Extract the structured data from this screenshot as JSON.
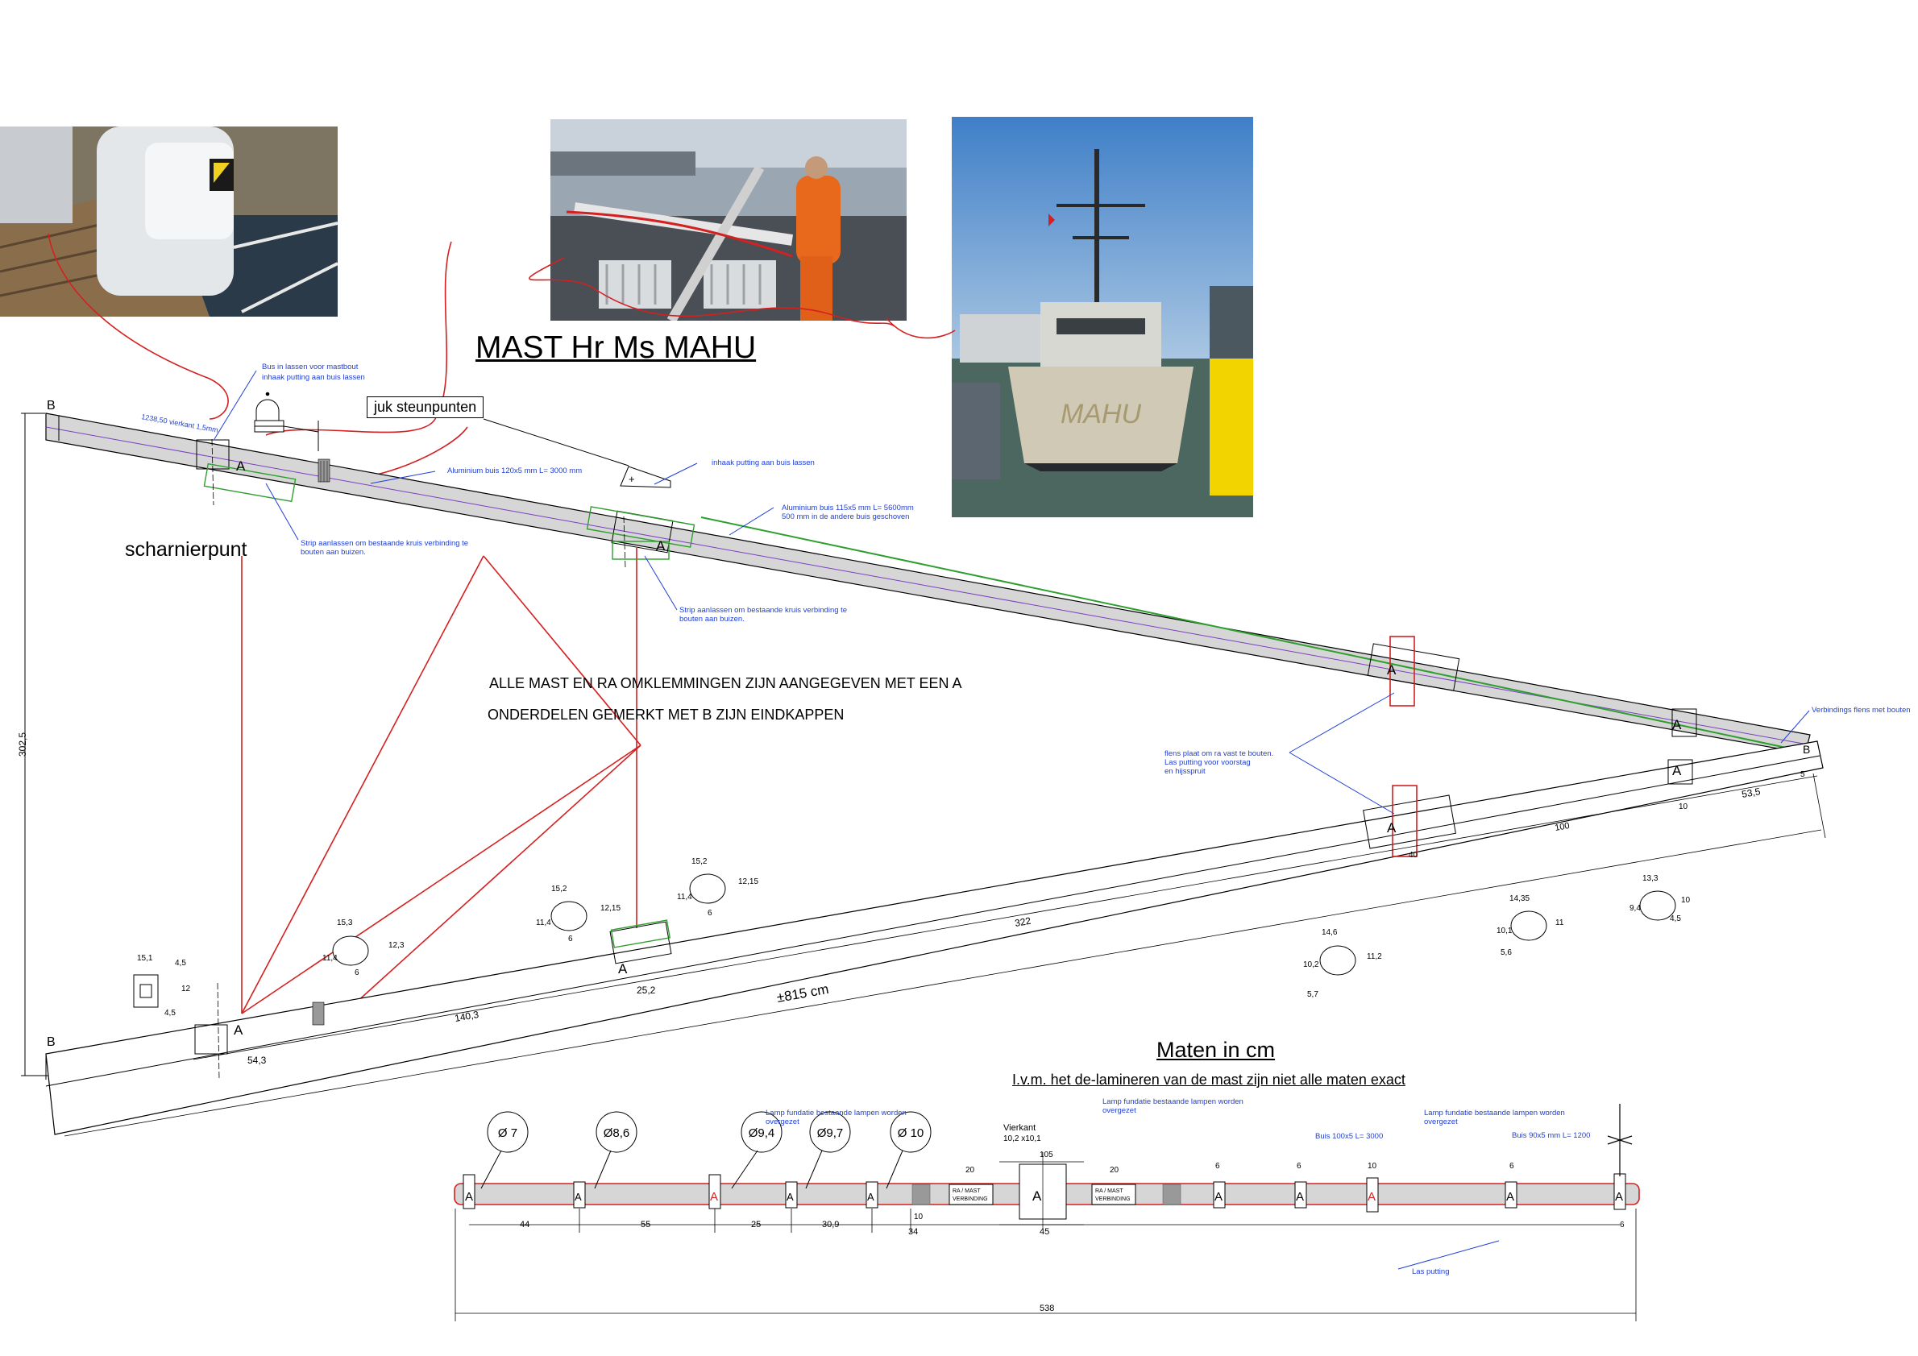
{
  "title": "MAST Hr Ms MAHU",
  "notes": {
    "omklemmingen": "ALLE MAST EN  RA OMKLEMMINGEN ZIJN AANGEGEVEN MET EEN A",
    "eindkappen": "ONDERDELEN GEMERKT MET B ZIJN EINDKAPPEN",
    "scharnierpunt": "scharnierpunt",
    "juk": "juk steunpunten",
    "maten_title": "Maten in  cm",
    "maten_note": "I.v.m. het de-lamineren van de mast zijn niet alle maten exact",
    "approx_length": "±815  cm"
  },
  "photos": [
    {
      "name": "deck-hinge-photo"
    },
    {
      "name": "mast-work-photo"
    },
    {
      "name": "ship-mahu-photo",
      "hull_text": "MAHU"
    }
  ],
  "annotations": {
    "bus_lassen": "Bus in lassen voor mastbout",
    "inhaak_putting_1": "inhaak putting aan buis lassen",
    "vierkant": "1238,50 vierkant 1,5mm",
    "alu_120": "Aluminium buis 120x5 mm L= 3000 mm",
    "inhaak_putting_2": "inhaak putting aan buis lassen",
    "alu_115_line1": "Aluminium buis 115x5 mm L= 5600mm",
    "alu_115_line2": "500 mm in de andere buis geschoven",
    "strip_1_line1": "Strip aanlassen om bestaande kruis verbinding  te",
    "strip_1_line2": "bouten aan buizen.",
    "strip_2_line1": "Strip aanlassen om bestaande kruis verbinding  te",
    "strip_2_line2": "bouten aan buizen.",
    "verbindings_flens": "Verbindings flens met bouten",
    "flens_line1": "flens plaat om ra vast te bouten.",
    "flens_line2": "Las putting voor voorstag",
    "flens_line3": "en hijsspruit",
    "lamp_1_line1": "Lamp fundatie bestaande lampen worden",
    "lamp_1_line2": "overgezet",
    "lamp_2_line1": "Lamp fundatie bestaande lampen worden",
    "lamp_2_line2": "overgezet",
    "lamp_3_line1": "Lamp fundatie bestaande lampen worden",
    "lamp_3_line2": "overgezet",
    "buis_100": "Buis 100x5 L= 3000",
    "buis_90": "Buis 90x5 mm L= 1200",
    "las_putting": "Las putting"
  },
  "markers": {
    "clamp": "A",
    "endcap": "B"
  },
  "dimensions": {
    "height": "302,5",
    "mast_seg_1": "54,3",
    "mast_seg_2": "140,3",
    "mast_seg_3": "25,2",
    "mast_seg_4": "322",
    "mast_seg_5": "40",
    "mast_seg_6": "100",
    "mast_seg_7": "10",
    "mast_seg_8": "53,5",
    "mast_seg_9": "5",
    "section_1": [
      "15,1",
      "4,5",
      "12",
      "4,5"
    ],
    "section_2": [
      "15,3",
      "12,3",
      "11,4",
      "6"
    ],
    "section_3": [
      "15,2",
      "12,15",
      "11,4",
      "6"
    ],
    "section_4": [
      "15,2",
      "12,15",
      "11,4",
      "6"
    ],
    "section_5": [
      "14,6",
      "11,2",
      "10,2",
      "5,7"
    ],
    "section_6": [
      "14,35",
      "11",
      "10,1",
      "5,6"
    ],
    "section_7": [
      "13,3",
      "10",
      "9,4",
      "4,5"
    ]
  },
  "yard": {
    "diameters": [
      "Ø 7",
      "Ø8,6",
      "Ø9,4",
      "Ø9,7",
      "Ø 10"
    ],
    "vierkant_label": "Vierkant",
    "vierkant_size": "10,2  x10,1",
    "center_width": "105",
    "ra_mast_1": "RA / MAST",
    "verbinding_1": "VERBINDING",
    "ra_mast_2": "RA / MAST",
    "verbinding_2": "VERBINDING",
    "dims_bottom": [
      "44",
      "55",
      "25",
      "30,9",
      "10",
      "34",
      "45",
      "6"
    ],
    "dims_top": [
      "20",
      "20",
      "6",
      "6",
      "10",
      "6"
    ],
    "total": "538"
  },
  "colors": {
    "red": "#d42020",
    "blue": "#1f3fd6",
    "green": "#2e9e2e",
    "tube": "#d6d6d6",
    "purple": "#7a3fc4"
  }
}
